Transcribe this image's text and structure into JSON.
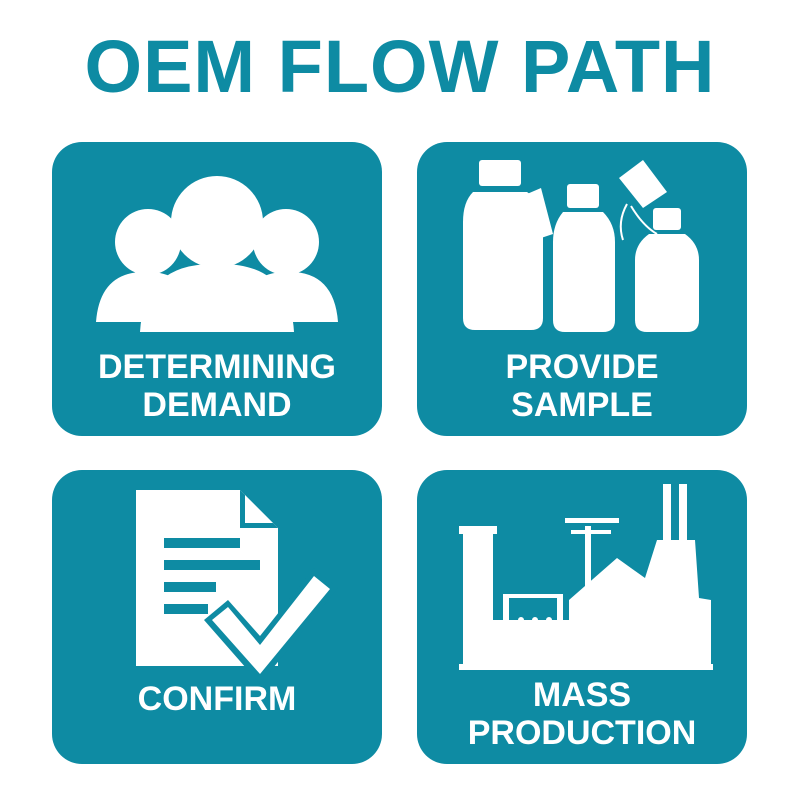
{
  "title": "OEM FLOW PATH",
  "colors": {
    "accent": "#0e8ba3",
    "icon": "#ffffff"
  },
  "steps": [
    {
      "icon": "people-group-icon",
      "label_lines": [
        "DETERMINING",
        "DEMAND"
      ]
    },
    {
      "icon": "bottles-icon",
      "label_lines": [
        "PROVIDE",
        "SAMPLE"
      ]
    },
    {
      "icon": "document-check-icon",
      "label_lines": [
        "CONFIRM"
      ]
    },
    {
      "icon": "factory-icon",
      "label_lines": [
        "MASS",
        "PRODUCTION"
      ]
    }
  ]
}
